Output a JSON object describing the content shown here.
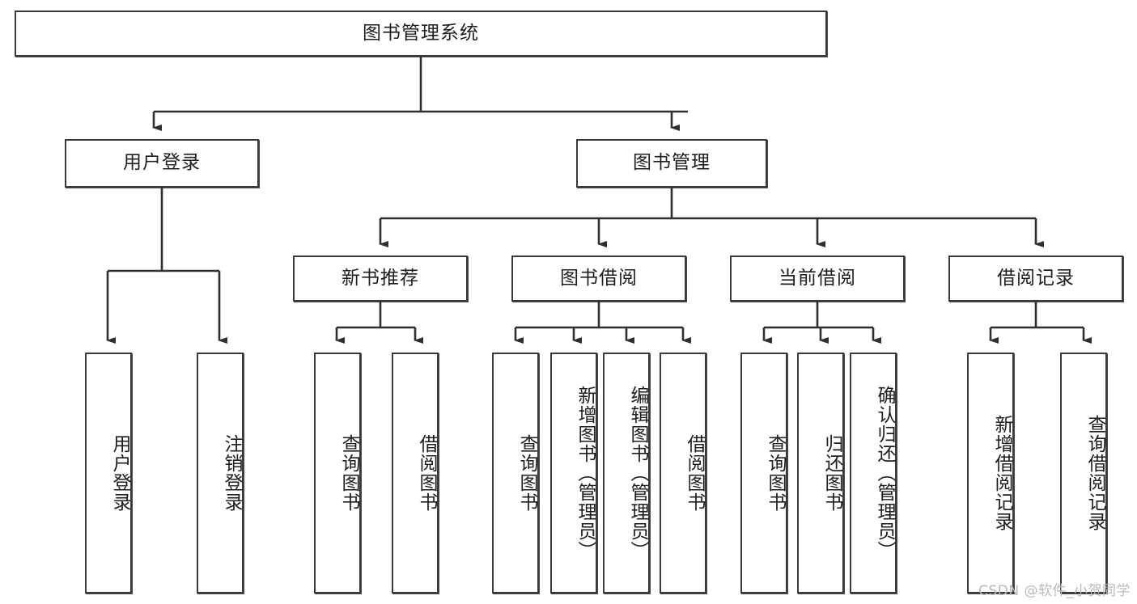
{
  "diagram": {
    "title": "图书管理系统",
    "type": "功能结构图",
    "watermark": "CSDN @软件_小贺同学",
    "colors": {
      "background": "#ffffff",
      "border": "#3a3a3a",
      "text": "#1d1d1d",
      "line": "#2f2f2f",
      "watermark": "#b9b9b9"
    },
    "root": {
      "label": "图书管理系统"
    },
    "level2": [
      {
        "label": "用户登录"
      },
      {
        "label": "图书管理"
      }
    ],
    "level3": [
      {
        "label": "新书推荐"
      },
      {
        "label": "图书借阅"
      },
      {
        "label": "当前借阅"
      },
      {
        "label": "借阅记录"
      }
    ],
    "leaves": {
      "user_login": [
        {
          "label": "用户登录"
        },
        {
          "label": "注销登录"
        }
      ],
      "new_book_recommend": [
        {
          "label": "查询图书"
        },
        {
          "label": "借阅图书"
        }
      ],
      "book_borrow": [
        {
          "label": "查询图书"
        },
        {
          "label": "新增图书（管理员）"
        },
        {
          "label": "编辑图书（管理员）"
        },
        {
          "label": "借阅图书"
        }
      ],
      "current_borrow": [
        {
          "label": "查询图书"
        },
        {
          "label": "归还图书"
        },
        {
          "label": "确认归还（管理员）"
        }
      ],
      "borrow_record": [
        {
          "label": "新增借阅记录"
        },
        {
          "label": "查询借阅记录"
        }
      ]
    }
  }
}
